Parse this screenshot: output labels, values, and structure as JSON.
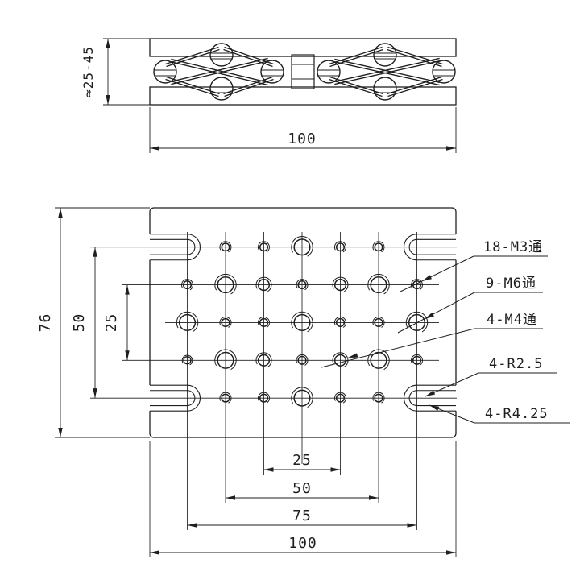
{
  "drawing": {
    "background": "#ffffff",
    "line_color": "#1f1f1f",
    "part_description": "clamp plate with wire-rope isolator, two orthographic views"
  },
  "top_view": {
    "dim_height": "≈25-45",
    "dim_width": "100"
  },
  "front_view": {
    "plate": {
      "width_mm": 100,
      "height_mm": 76,
      "grid_spacing_mm": 12.5
    },
    "dims_left": [
      "76",
      "50",
      "25"
    ],
    "dims_bottom": [
      "25",
      "50",
      "75",
      "100"
    ],
    "callouts": [
      {
        "text": "18-M3通"
      },
      {
        "text": "9-M6通"
      },
      {
        "text": "4-M4通"
      },
      {
        "text": "4-R2.5"
      },
      {
        "text": "4-R4.25"
      }
    ],
    "hole_pattern": [
      [
        "slot",
        "M3",
        "M3",
        "M6",
        "M3",
        "M3",
        "slot"
      ],
      [
        "M3",
        "M6",
        "M4",
        "M3",
        "M4",
        "M6",
        "M3"
      ],
      [
        "M6",
        "M3",
        "M3",
        "M6",
        "M3",
        "M3",
        "M6"
      ],
      [
        "M3s",
        "M6",
        "M4",
        "M3",
        "M4",
        "M6",
        "M3"
      ],
      [
        "slot",
        "M3",
        "M3",
        "M6",
        "M3",
        "M3",
        "slot"
      ]
    ],
    "slot_radii": {
      "inner": "R2.5",
      "outer": "R4.25"
    }
  }
}
